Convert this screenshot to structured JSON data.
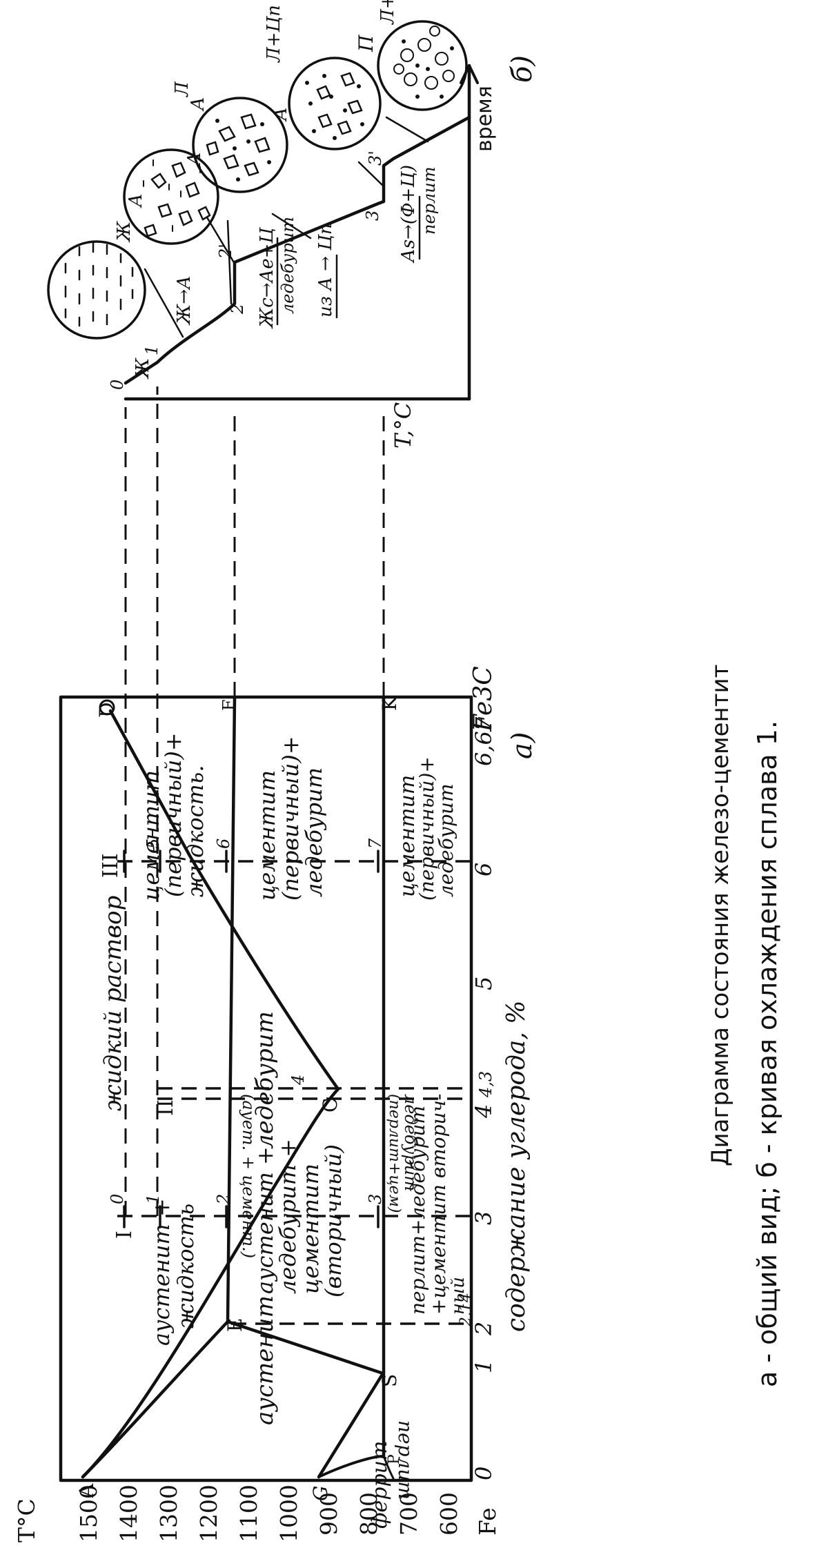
{
  "header": {
    "title": "Диаграмма состояния железо-цементит",
    "caption": "а - общий вид; б - кривая охлаждения сплава 1."
  },
  "diagram": {
    "temp_axis_label": "T°C",
    "conc_axis_label": "содержание углерода, %",
    "fe_label": "Fe",
    "fe3c_label": "Fe3C",
    "ferrite_label": "феррит",
    "subfig_label": "а)",
    "temp_ticks": [
      "1500",
      "1400",
      "1300",
      "1200",
      "1100",
      "1000",
      "900",
      "800",
      "700",
      "600"
    ],
    "conc_ticks": [
      "0",
      "1",
      "2",
      "2,14",
      "3",
      "4",
      "4,3",
      "5",
      "6",
      "6,67"
    ],
    "points": {
      "A": "A",
      "D": "D",
      "E": "E",
      "C": "C",
      "F": "F",
      "S": "S",
      "P": "P",
      "K": "K",
      "G": "G"
    },
    "alloys": {
      "I": "I",
      "II": "II",
      "III": "III"
    },
    "alloy1_marks": [
      "0",
      "1",
      "2",
      "3"
    ],
    "alloy2_mark": "4",
    "alloy3_marks": [
      "5",
      "6",
      "7"
    ],
    "regions": {
      "liquid": "жидкий раствор",
      "aust_liquid": [
        "аустенит +",
        "жидкость"
      ],
      "cem_liquid": [
        "цементит",
        "(первичный)+",
        "жидкость."
      ],
      "austenite": "аустенит",
      "aust_led_cem": [
        "аустенит +",
        "ледебурит +",
        "цементит",
        "(вторичный)"
      ],
      "ledeburite": "ледебурит",
      "ledeburite_comp": "(аует. + цемент.)",
      "ledeburite_perl": "ледебурит",
      "ledeburite_perl_comp": "(перлит+цем)",
      "cem_led": [
        "цементит",
        "(первичный)+",
        "ледебурит"
      ],
      "perlite": "перлит",
      "perl_led_cem": [
        "перлит+ледебурит",
        "+цементит вторич-",
        "ный"
      ],
      "cem_led_low": [
        "цементит",
        "(первичный)+",
        "ледебурит"
      ]
    }
  },
  "cooling": {
    "subfig_label": "б)",
    "temp_axis_label": "T,°C",
    "time_axis_label": "время",
    "pt_labels": [
      "0",
      "1",
      "2",
      "2'",
      "3",
      "3'",
      "П"
    ],
    "liq_label": "Ж",
    "trans_1": "Ж→А",
    "trans_2_top": "Жс→Ае+Ц",
    "trans_2_bottom": "ледебурит",
    "trans_3_mid": "из А → Цп",
    "trans_4_top": "Аs→(Ф+Ц)",
    "trans_4_bottom": "перлит",
    "circle_labels": [
      "Ж",
      "А",
      "А",
      "А",
      "Л",
      "А",
      "Л+Цп",
      "Л+Цп"
    ]
  },
  "colors": {
    "ink": "#111111",
    "paper": "#ffffff"
  }
}
